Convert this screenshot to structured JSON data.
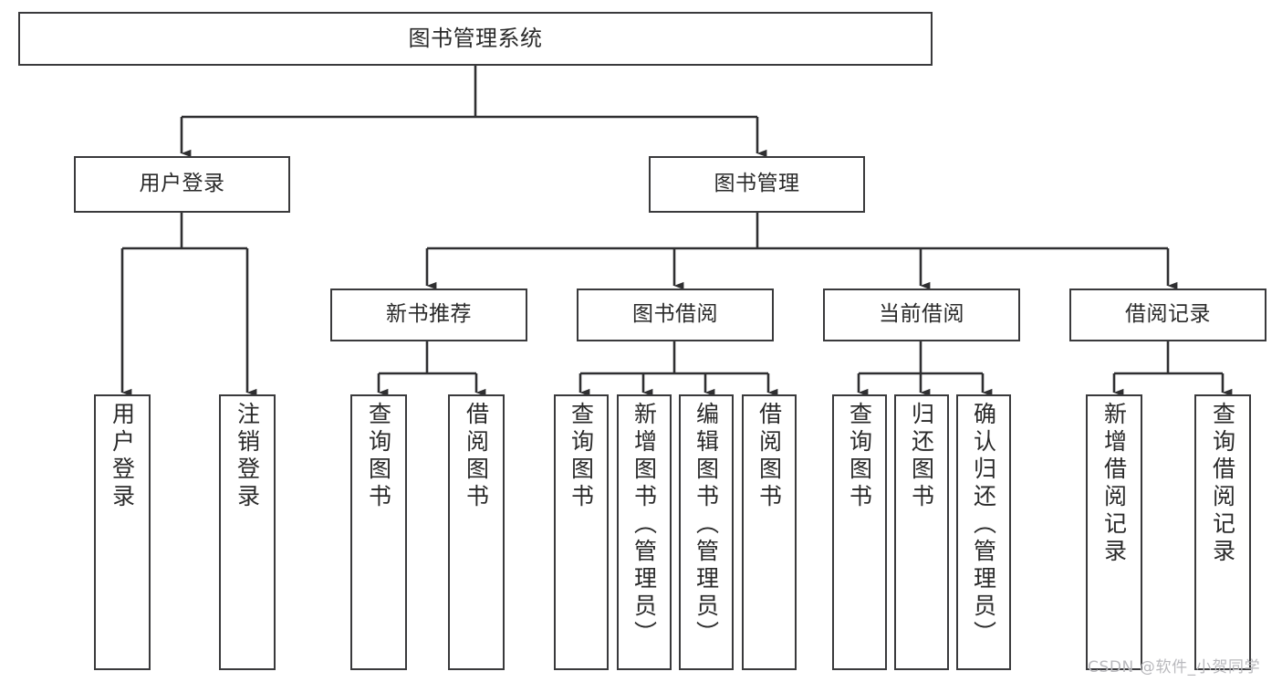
{
  "diagram": {
    "title": "图书管理系统",
    "type": "function-structure-tree",
    "orientation": "top-down",
    "edge_color": "#2f2f31",
    "box_border_color": "#3a3a3c",
    "box_fill_color": "#ffffff",
    "text_color": "#2a2a2a"
  },
  "root": {
    "label": "图书管理系统"
  },
  "level1": [
    {
      "label": "用户登录"
    },
    {
      "label": "图书管理"
    }
  ],
  "level2": [
    {
      "label": "新书推荐"
    },
    {
      "label": "图书借阅"
    },
    {
      "label": "当前借阅"
    },
    {
      "label": "借阅记录"
    }
  ],
  "leaves": {
    "user_login": [
      {
        "label": "用户登录"
      },
      {
        "label": "注销登录"
      }
    ],
    "new_book_recommend": [
      {
        "label": "查询图书"
      },
      {
        "label": "借阅图书"
      }
    ],
    "book_borrow": [
      {
        "label": "查询图书"
      },
      {
        "label": "新增图书（管理员）"
      },
      {
        "label": "编辑图书（管理员）"
      },
      {
        "label": "借阅图书"
      }
    ],
    "current_borrow": [
      {
        "label": "查询图书"
      },
      {
        "label": "归还图书"
      },
      {
        "label": "确认归还（管理员）"
      }
    ],
    "borrow_record": [
      {
        "label": "新增借阅记录"
      },
      {
        "label": "查询借阅记录"
      }
    ]
  },
  "watermark": {
    "text": "CSDN @软件_小贺同学"
  }
}
